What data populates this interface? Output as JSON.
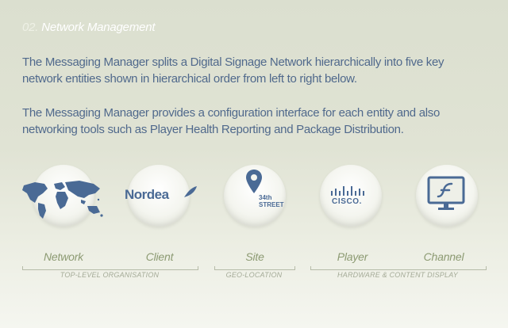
{
  "header": {
    "number": "02.",
    "title": "Network Management"
  },
  "paragraphs": [
    "The Messaging Manager splits a Digital Signage Network hierarchically into five key network entities shown in hierarchical order from left to right below.",
    "The Messaging Manager provides a configuration interface for each entity and also networking tools such as Player Health Reporting and Package Distribution."
  ],
  "entities": [
    {
      "label": "Network",
      "icon": "world-map-icon"
    },
    {
      "label": "Client",
      "icon": "nordea-logo-icon",
      "logo_text": "Nordea"
    },
    {
      "label": "Site",
      "icon": "map-pin-icon",
      "logo_text": "34th STREET"
    },
    {
      "label": "Player",
      "icon": "cisco-logo-icon",
      "logo_text": "CISCO."
    },
    {
      "label": "Channel",
      "icon": "flash-monitor-icon"
    }
  ],
  "categories": [
    "TOP-LEVEL ORGANISATION",
    "GEO-LOCATION",
    "HARDWARE & CONTENT DISPLAY"
  ],
  "colors": {
    "title": "#ffffff",
    "body_text": "#50698c",
    "label": "#8c9a72",
    "icon_blue": "#4a6a95"
  }
}
